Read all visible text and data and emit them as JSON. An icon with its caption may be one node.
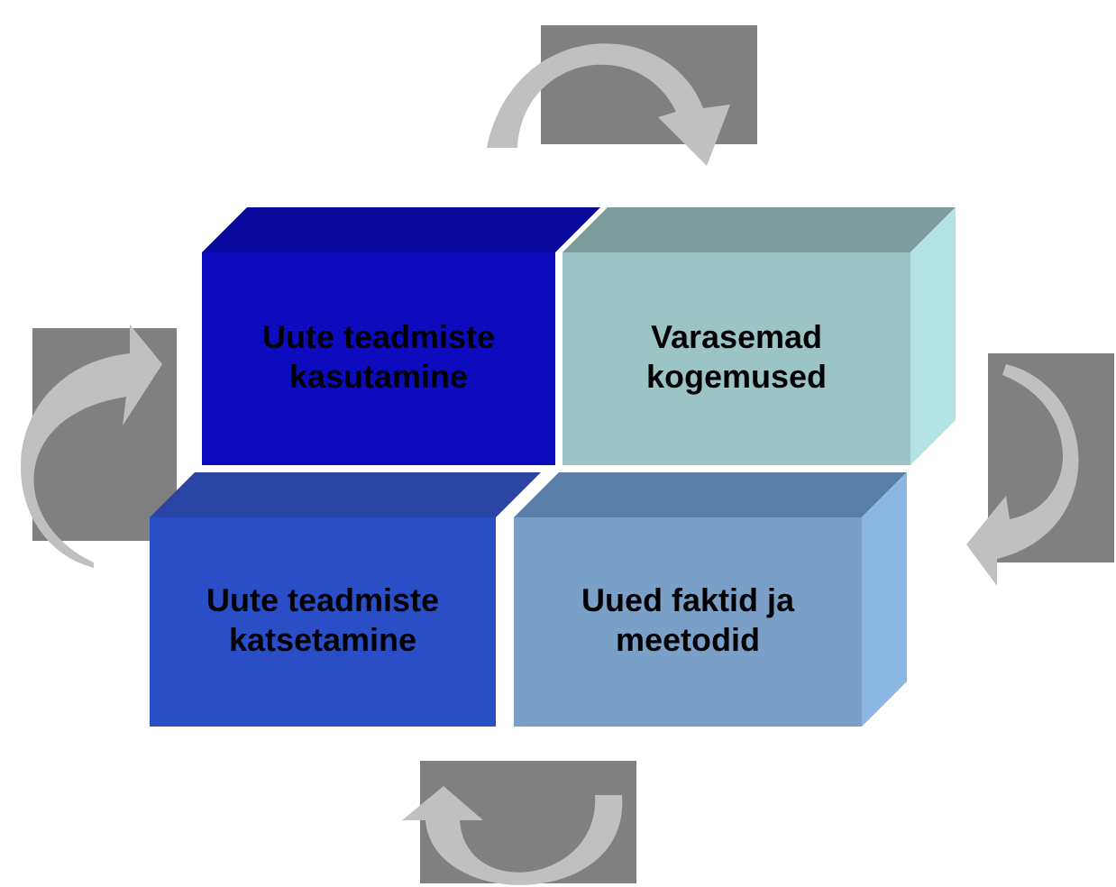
{
  "diagram": {
    "nodes": [
      {
        "text": [
          "Uute teadmiste kasutamine"
        ]
      },
      {
        "text": [
          "Varasemad kogemused"
        ]
      },
      {
        "text": [
          "Uute teadmiste katsetamine"
        ]
      },
      {
        "text": [
          "Uued faktid ja meetodid"
        ]
      }
    ]
  }
}
